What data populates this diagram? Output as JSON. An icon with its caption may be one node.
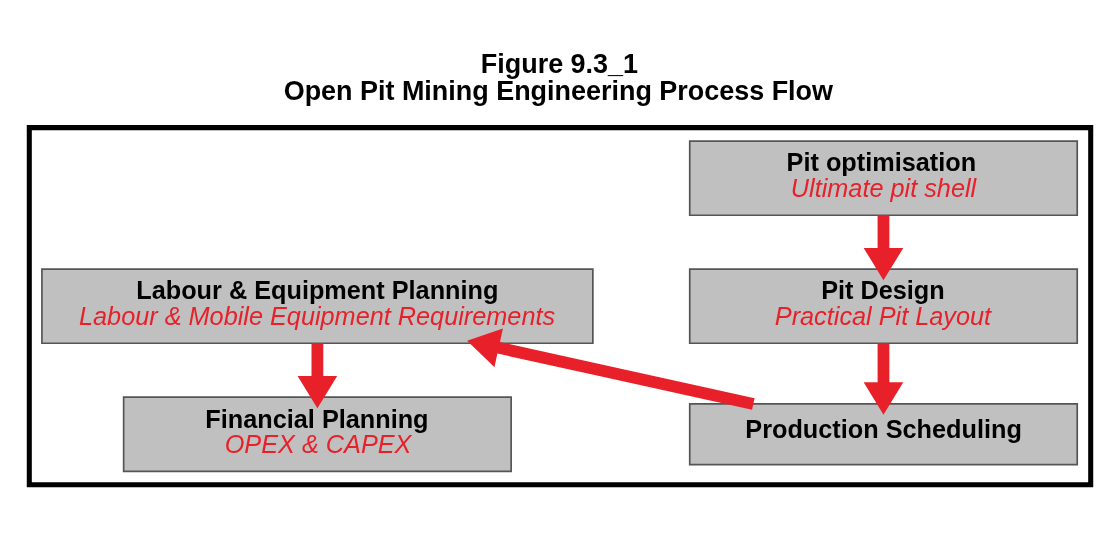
{
  "diagram": {
    "title": "Figure 9.3_1",
    "caption": "Open Pit Mining Engineering Process Flow",
    "nodes": [
      {
        "text": [],
        "shape": "box"
      },
      {
        "text": [
          "Pit optimisation",
          "Ultimate pit shell"
        ],
        "in": 0
      },
      {
        "text": [
          "Pit Design",
          "Practical Pit Layout"
        ],
        "in": 0
      },
      {
        "text": [
          "Production Scheduling"
        ],
        "in": 0
      },
      {
        "text": [
          "Labour & Equipment Planning",
          "Labour & Mobile Equipment Requirements"
        ],
        "in": 0
      },
      {
        "text": [
          "Financial Planning",
          "OPEX & CAPEX"
        ],
        "in": 0
      }
    ],
    "edges": [
      {
        "from": 1,
        "to": 2,
        "arrow": "to"
      },
      {
        "from": 2,
        "to": 3,
        "arrow": "to"
      },
      {
        "from": 3,
        "to": 4,
        "arrow": "to"
      },
      {
        "from": 4,
        "to": 5,
        "arrow": "to"
      }
    ]
  }
}
